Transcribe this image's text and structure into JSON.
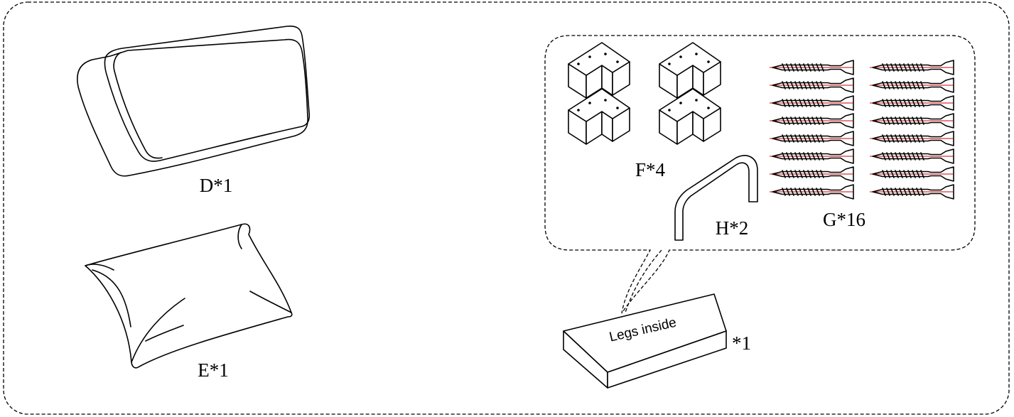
{
  "parts": {
    "d": {
      "label": "D*1",
      "icon": "back-cushion-icon"
    },
    "e": {
      "label": "E*1",
      "icon": "pillow-icon"
    },
    "f": {
      "label": "F*4",
      "icon": "corner-bracket-icon"
    },
    "g": {
      "label": "G*16",
      "icon": "wood-screw-icon",
      "accent": "#cc0000"
    },
    "h": {
      "label": "H*2",
      "icon": "allen-key-icon"
    },
    "legs_box": {
      "text": "Legs inside",
      "count": "*1",
      "icon": "box-icon"
    }
  }
}
